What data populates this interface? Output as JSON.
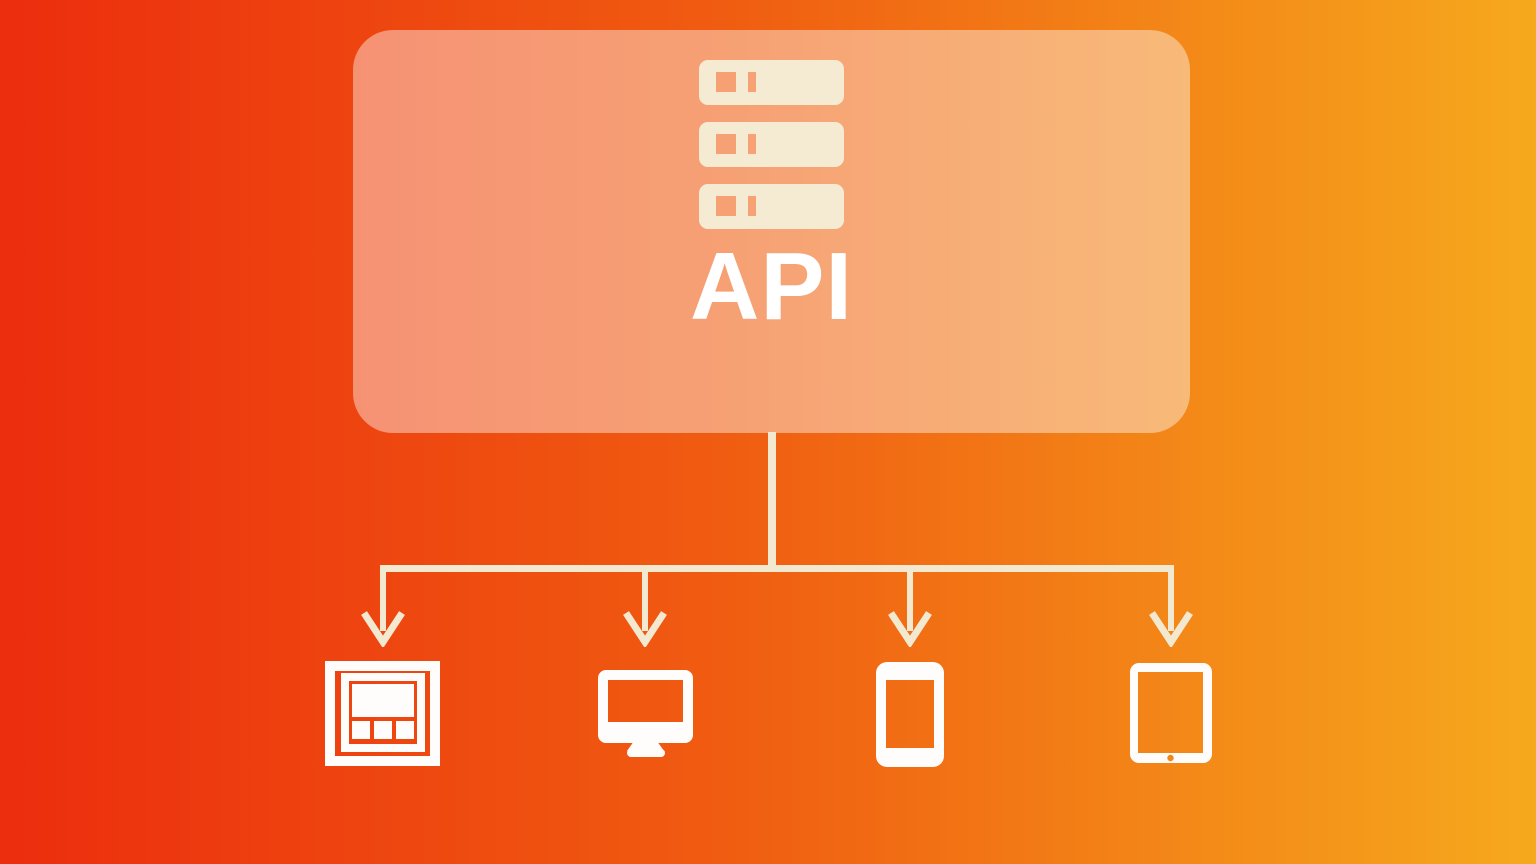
{
  "diagram": {
    "title_node": {
      "label": "API",
      "icon": "server-stack-icon"
    },
    "clients": [
      {
        "id": "web-app",
        "icon": "browser-icon"
      },
      {
        "id": "desktop",
        "icon": "monitor-icon"
      },
      {
        "id": "mobile",
        "icon": "smartphone-icon"
      },
      {
        "id": "tablet",
        "icon": "tablet-icon"
      }
    ],
    "connectors": {
      "style": "down-arrows",
      "count": 4
    },
    "colors": {
      "bg_gradient_left": "#ec2d0e",
      "bg_gradient_mid": "#f05c11",
      "bg_gradient_right": "#f6a91d",
      "api_box_overlay": "rgba(255,255,255,0.42)",
      "api_text": "#ffffff",
      "connector_line": "#f3e9d0",
      "server_icon": "#f5ebd3",
      "client_icon": "#fefdfb"
    }
  }
}
